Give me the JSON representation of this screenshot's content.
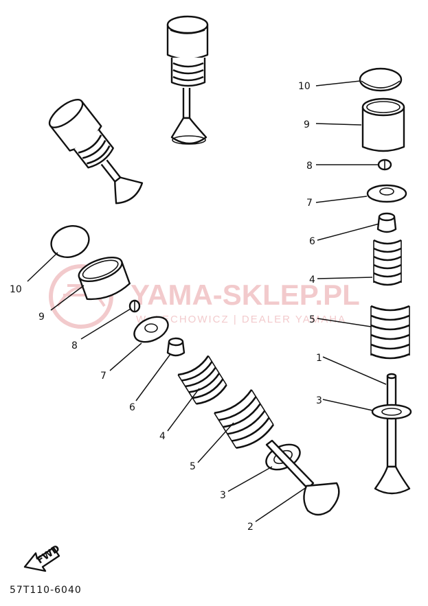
{
  "watermark": {
    "logo_text": "YAMA-SKLEP.PL",
    "sub_text": "W. ŁECHOWICZ | DEALER YAMAHA",
    "color": "#e8a0a4"
  },
  "callouts": {
    "left": [
      "10",
      "9",
      "8",
      "7",
      "6",
      "4",
      "5",
      "3",
      "2"
    ],
    "right": [
      "10",
      "9",
      "8",
      "7",
      "6",
      "4",
      "5",
      "1",
      "3"
    ]
  },
  "fwd": {
    "label": "FWD",
    "icon": "arrow-icon"
  },
  "part_code": "57T110-6040",
  "colors": {
    "line": "#111111",
    "background": "#ffffff"
  }
}
